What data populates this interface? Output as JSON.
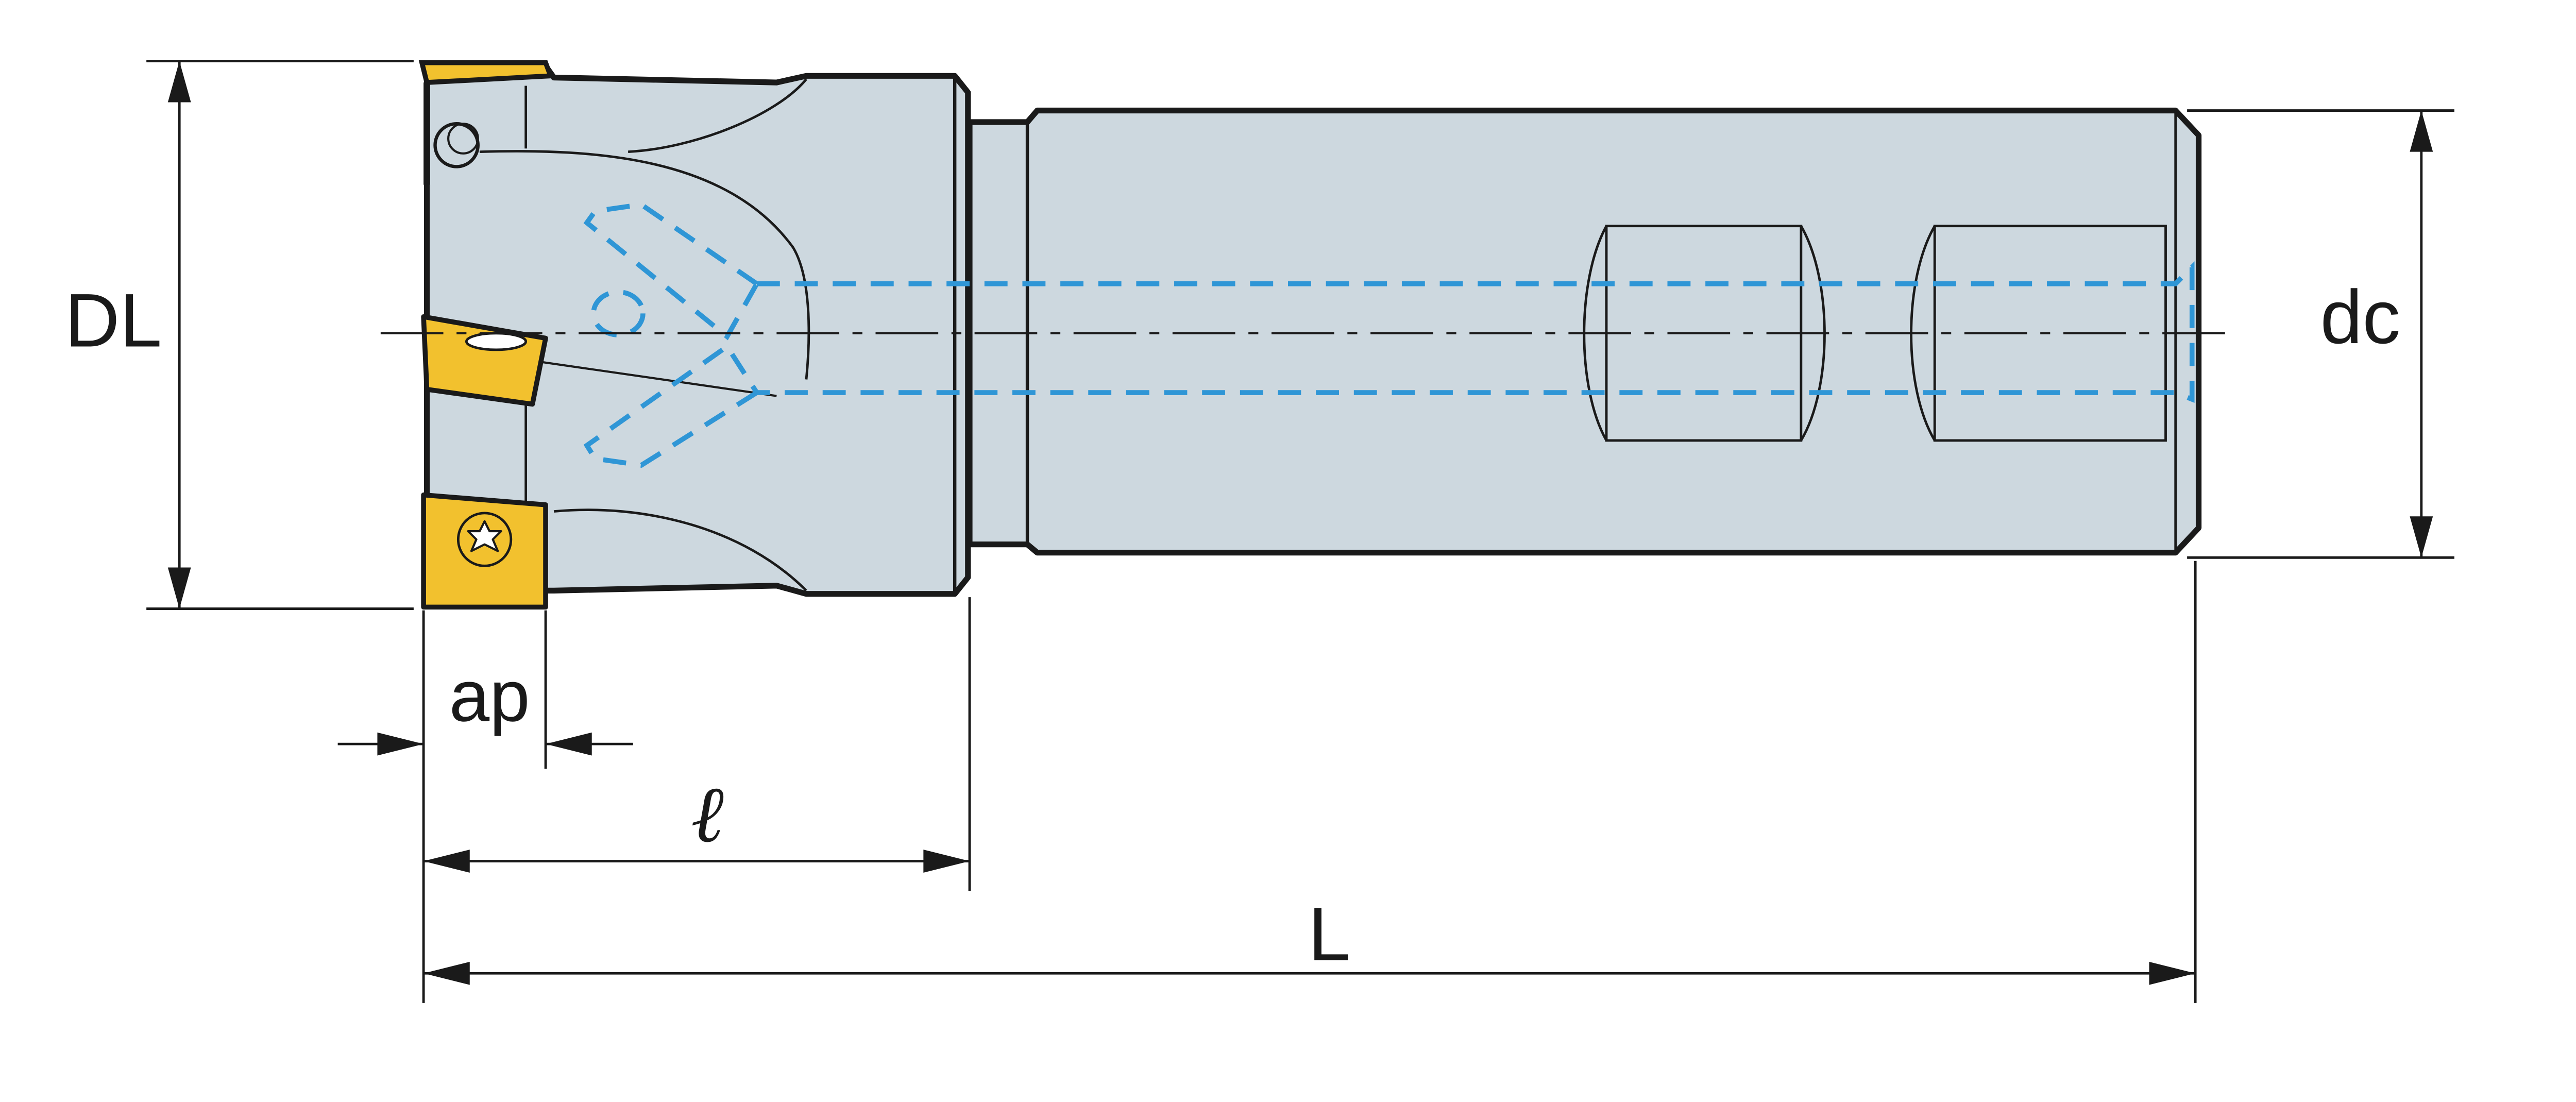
{
  "labels": {
    "dl": "DL",
    "dc": "dc",
    "ap": "ap",
    "ell": "ℓ",
    "l": "L"
  },
  "colors": {
    "body_fill": "#cdd8df",
    "insert_fill": "#f2c12e",
    "coolant_line": "#2f96d6",
    "outline": "#1a1a1a"
  },
  "icons": {
    "screw": "torx-screw-icon"
  }
}
